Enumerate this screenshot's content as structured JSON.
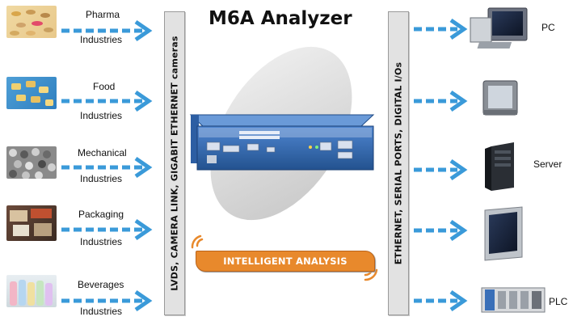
{
  "title": "M6A Analyzer",
  "input_bar_label": "LVDS, CAMERA LINK, GIGABIT ETHERNET cameras",
  "output_bar_label": "ETHERNET, SERIAL PORTS, DIGITAL I/Os",
  "center_label": "INTELLIGENT ANALYSIS",
  "industries": [
    {
      "top": "Pharma",
      "bottom": "Industries"
    },
    {
      "top": "Food",
      "bottom": "Industries"
    },
    {
      "top": "Mechanical",
      "bottom": "Industries"
    },
    {
      "top": "Packaging",
      "bottom": "Industries"
    },
    {
      "top": "Beverages",
      "bottom": "Industries"
    }
  ],
  "devices": [
    {
      "label": "PC",
      "icon": "desktop-pc-icon"
    },
    {
      "label": "",
      "icon": "panel-monitor-icon"
    },
    {
      "label": "Server",
      "icon": "server-tower-icon"
    },
    {
      "label": "",
      "icon": "flat-monitor-icon"
    },
    {
      "label": "PLC",
      "icon": "plc-icon"
    }
  ],
  "colors": {
    "arrow": "#3a9ad9",
    "analysis_fill": "#e8892c",
    "bar_fill": "#e2e2e2",
    "device_blue": "#2f5ea8",
    "ellipse": "#d6d6d6"
  }
}
